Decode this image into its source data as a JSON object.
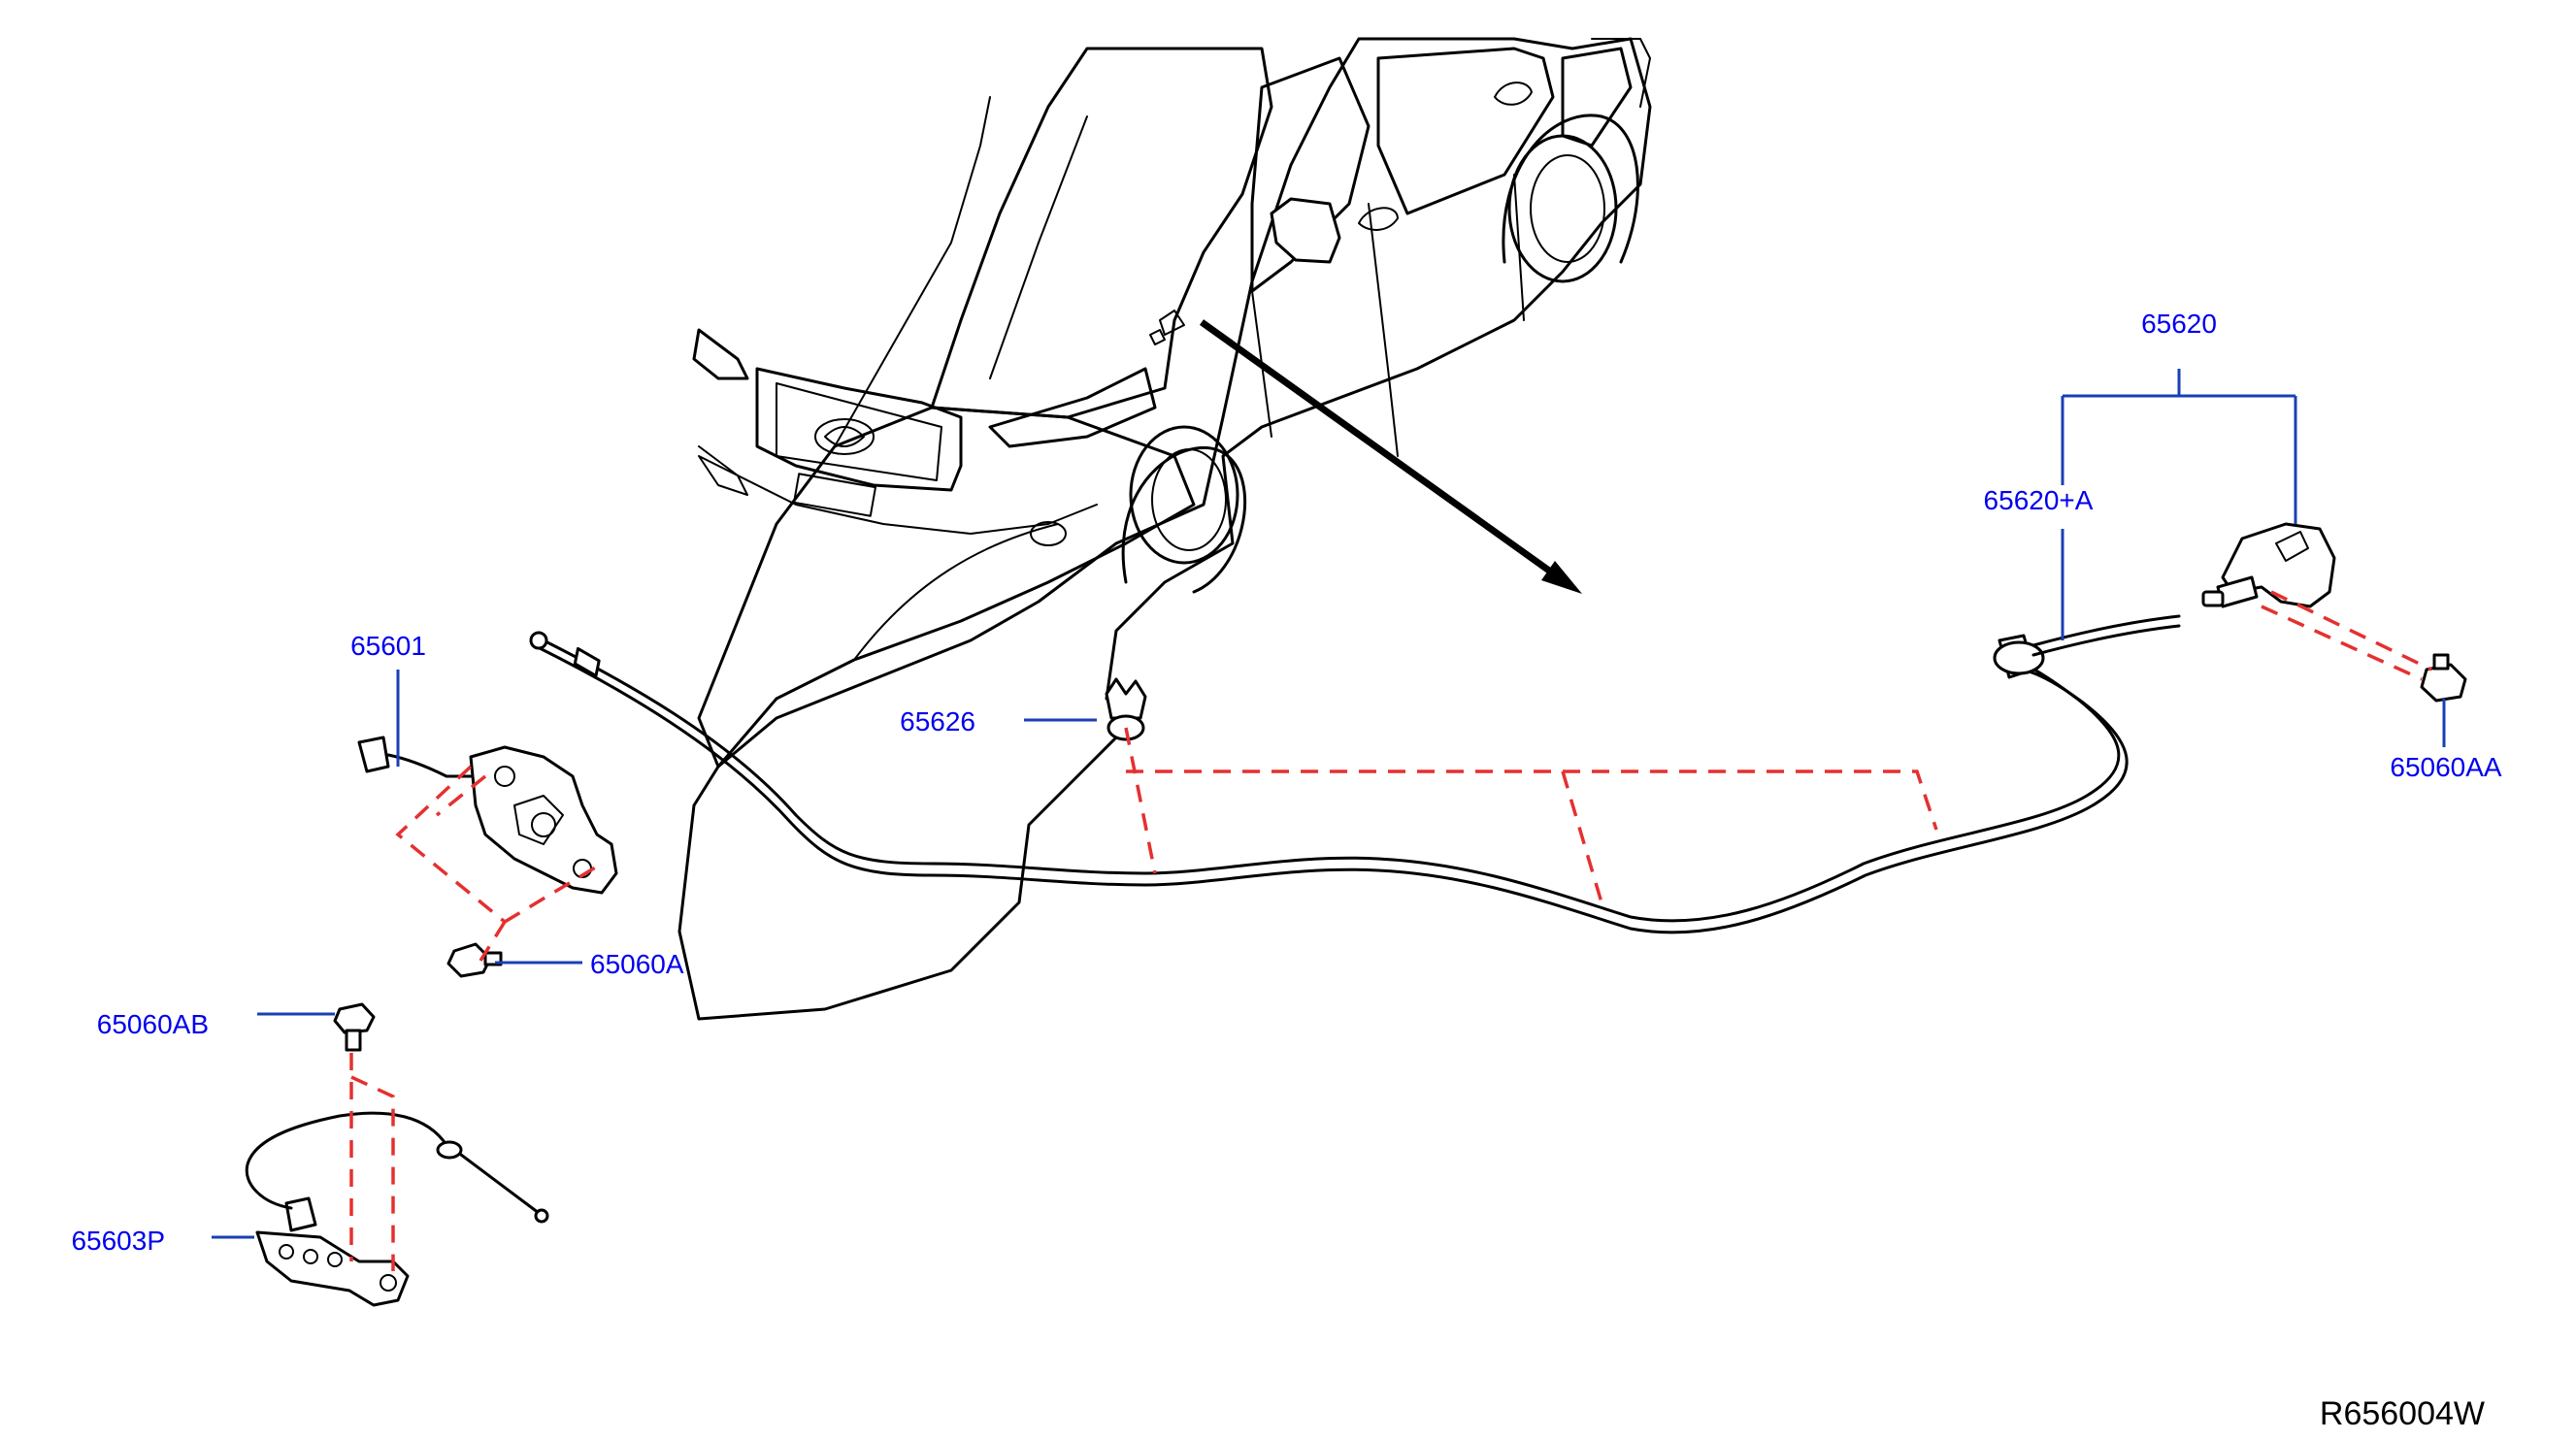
{
  "diagram_code": "R656004W",
  "parts": {
    "p65620": "65620",
    "p65620A": "65620+A",
    "p65060AA": "65060AA",
    "p65601": "65601",
    "p65626": "65626",
    "p65060A": "65060A",
    "p65060AB": "65060AB",
    "p65603P": "65603P"
  },
  "colors": {
    "label": "#0000ee",
    "leader": "#1a3fb5",
    "dashed_guide": "#e53030",
    "linework": "#000000"
  }
}
